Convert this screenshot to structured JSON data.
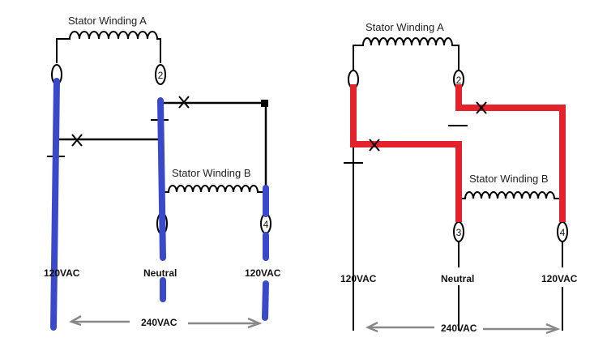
{
  "colors": {
    "background": "#ffffff",
    "wire": "#000000",
    "highlight_left": "#3a49c9",
    "highlight_right": "#e3222c"
  },
  "left": {
    "stator_a": "Stator Winding A",
    "stator_b": "Stator Winding B",
    "terminal_2": "2",
    "terminal_4": "4",
    "line_1": "120VAC",
    "neutral": "Neutral",
    "line_2": "120VAC",
    "total": "240VAC"
  },
  "right": {
    "stator_a": "Stator Winding A",
    "stator_b": "Stator Winding B",
    "terminal_2": "2",
    "terminal_3": "3",
    "terminal_4": "4",
    "line_1": "120VAC",
    "neutral": "Neutral",
    "line_2": "120VAC",
    "total": "240VAC"
  }
}
